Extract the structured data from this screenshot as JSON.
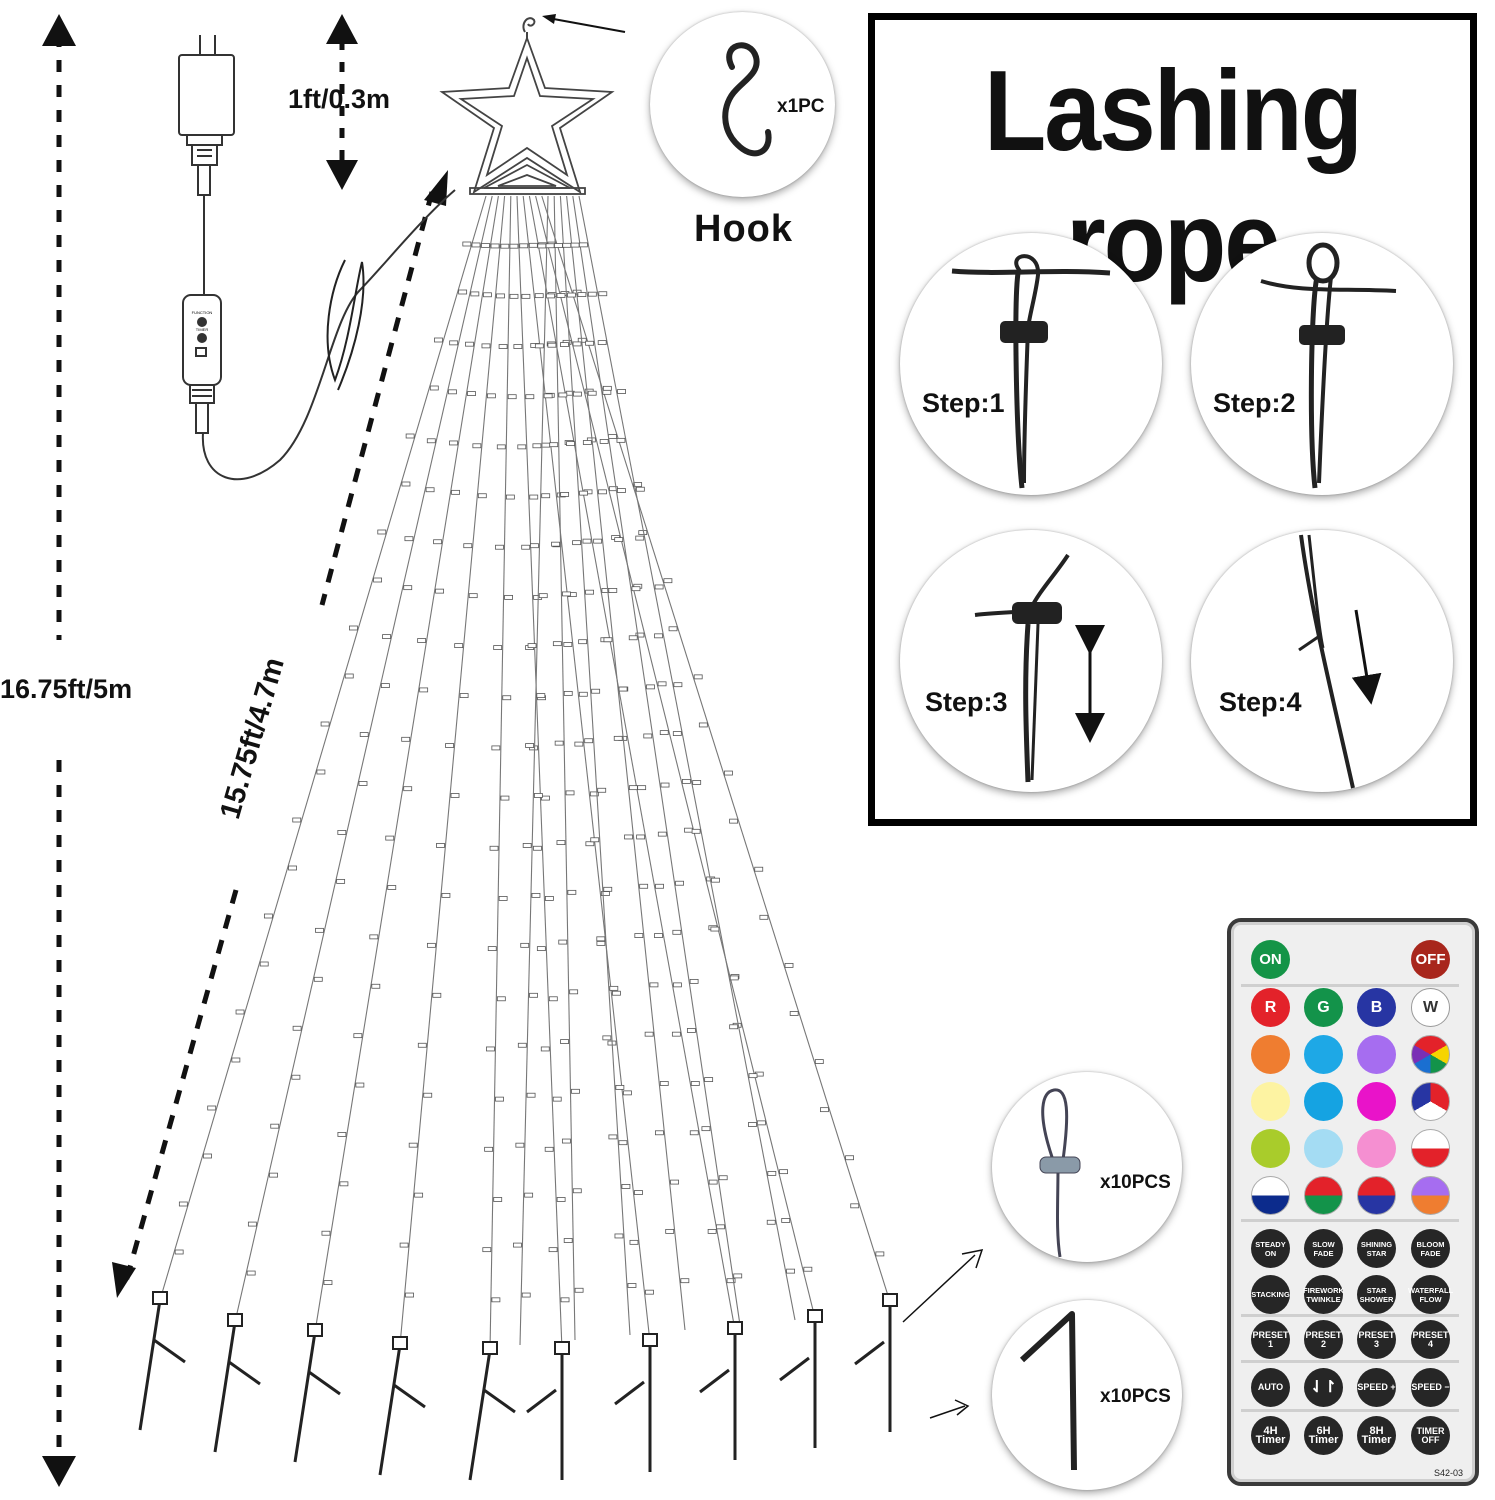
{
  "dimensions": {
    "total_height": "16.75ft/5m",
    "top_gap": "1ft/0.3m",
    "string_length": "15.75ft/4.7m"
  },
  "hook": {
    "count": "x1PC",
    "label": "Hook",
    "icon": "s-hook-icon"
  },
  "panel": {
    "title": "Lashing rope",
    "steps": [
      "Step:1",
      "Step:2",
      "Step:3",
      "Step:4"
    ]
  },
  "accessories": [
    {
      "name": "lashing-rope",
      "count": "x10PCS"
    },
    {
      "name": "ground-stake",
      "count": "x10PCS"
    }
  ],
  "controller": {
    "labels": [
      "FUNCTION",
      "TIMER"
    ]
  },
  "remote": {
    "on": "ON",
    "off": "OFF",
    "rgbw": [
      "R",
      "G",
      "B",
      "W"
    ],
    "colors": [
      "#ef7d30",
      "#1ea8e6",
      "#a66df0",
      "multi",
      "#fdf3a2",
      "#15a3e2",
      "#e913c9",
      "multi",
      "#a9cc2b",
      "#a4dcf3",
      "#f58fd1",
      "multi",
      "split",
      "split",
      "split",
      "split"
    ],
    "rgbw_colors": [
      "#e3222a",
      "#13934a",
      "#2735a3",
      "#ffffff"
    ],
    "modes": [
      [
        "STEADY ON",
        "SLOW FADE",
        "SHINING STAR",
        "BLOOM FADE"
      ],
      [
        "STACKING",
        "FIREWORK TWINKLE",
        "STAR SHOWER",
        "WATERFALL FLOW"
      ]
    ],
    "presets": [
      "PRESET 1",
      "PRESET 2",
      "PRESET 3",
      "PRESET 4"
    ],
    "controls": [
      "AUTO",
      "",
      "SPEED +",
      "SPEED −"
    ],
    "timers": [
      "4H Timer",
      "6H Timer",
      "8H Timer",
      "TIMER OFF"
    ],
    "model": "S42-03"
  }
}
